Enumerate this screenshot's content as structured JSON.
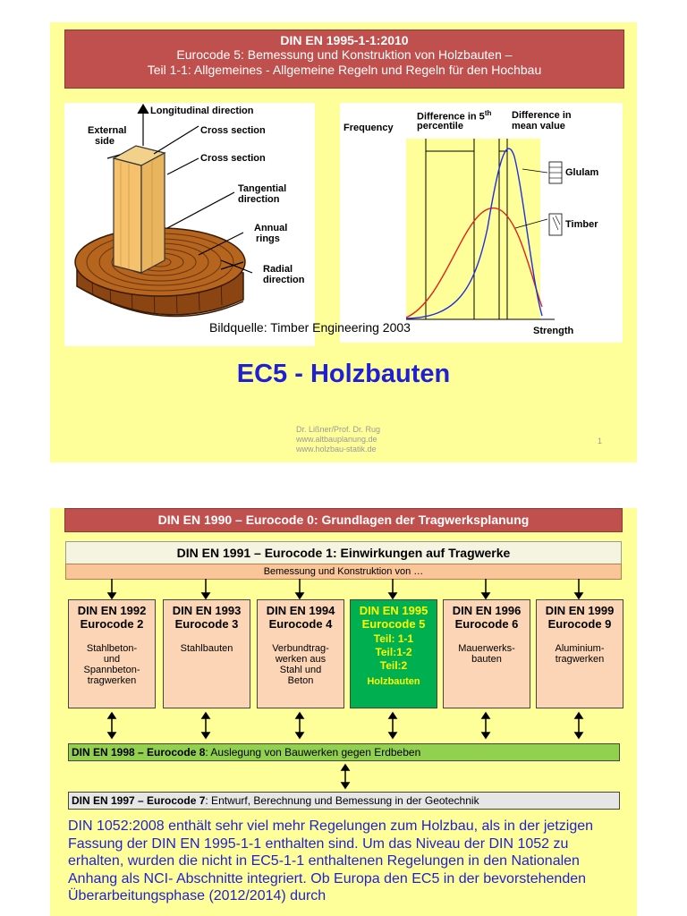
{
  "slide1": {
    "header_line1": "DIN EN 1995-1-1:2010",
    "header_line2": "Eurocode 5: Bemessung und Konstruktion von Holzbauten –",
    "header_line3": "Teil 1-1: Allgemeines - Allgemeine Regeln und Regeln für den Hochbau",
    "wood_labels": {
      "longitudinal": "Longitudinal direction",
      "external": "External",
      "side": "side",
      "cross1": "Cross section",
      "cross2": "Cross section",
      "tangential1": "Tangential",
      "tangential2": "direction",
      "annual1": "Annual",
      "annual2": "rings",
      "radial1": "Radial",
      "radial2": "direction"
    },
    "chart_labels": {
      "frequency": "Frequency",
      "diff5_a": "Difference in 5",
      "diff5_sup": "th",
      "diff5_b": "percentile",
      "diffmean_a": "Difference in",
      "diffmean_b": "mean value",
      "glulam": "Glulam",
      "timber": "Timber",
      "strength": "Strength"
    },
    "caption": "Bildquelle: Timber Engineering 2003",
    "title": "EC5 - Holzbauten",
    "footer_line1": "Dr. Lißner/Prof. Dr. Rug",
    "footer_line2": "www.altbauplanung.de",
    "footer_line3": "www.holzbau-statik.de",
    "page_number": "1"
  },
  "slide2": {
    "bar0": "DIN EN 1990 – Eurocode 0: Grundlagen der Tragwerksplanung",
    "bar1": "DIN EN 1991 – Eurocode 1: Einwirkungen auf Tragwerke",
    "bar2": "Bemessung und Konstruktion von …",
    "boxes": [
      {
        "code1": "DIN EN 1992",
        "code2": "Eurocode 2",
        "desc": [
          "Stahlbeton-",
          "und",
          "Spannbeton-",
          "tragwerken"
        ]
      },
      {
        "code1": "DIN EN 1993",
        "code2": "Eurocode 3",
        "desc": [
          "Stahlbauten"
        ]
      },
      {
        "code1": "DIN EN 1994",
        "code2": "Eurocode 4",
        "desc": [
          "Verbundtrag-",
          "werken aus",
          "Stahl und",
          "Beton"
        ]
      },
      {
        "code1": "DIN EN 1995",
        "code2": "Eurocode 5",
        "desc": [
          "Teil: 1-1",
          "Teil:1-2",
          "Teil:2",
          "Holzbauten"
        ]
      },
      {
        "code1": "DIN EN 1996",
        "code2": "Eurocode 6",
        "desc": [
          "Mauerwerks-",
          "bauten"
        ]
      },
      {
        "code1": "DIN EN 1999",
        "code2": "Eurocode 9",
        "desc": [
          "Aluminium-",
          "tragwerken"
        ]
      }
    ],
    "bar8_bold": "DIN EN 1998 – Eurocode 8",
    "bar8_rest": ": Auslegung von Bauwerken gegen Erdbeben",
    "bar7_bold": "DIN EN 1997 – Eurocode 7",
    "bar7_rest": ": Entwurf, Berechnung und Bemessung in der Geotechnik",
    "paragraph": "DIN 1052:2008 enthält sehr viel mehr Regelungen zum Holzbau, als in der jetzigen Fassung der DIN EN 1995-1-1 enthalten sind. Um das Niveau der DIN 1052 zu erhalten, wurden die nicht in EC5-1-1 enthaltenen Regelungen in den Nationalen Anhang als NCI- Abschnitte integriert. Ob Europa den EC5 in der bevorstehenden Überarbeitungsphase  (2012/2014) durch"
  },
  "colors": {
    "slide_bg": "#ffff99",
    "header_red": "#c0504d",
    "title_blue": "#1f1fd6",
    "box_peach": "#fbd5b5",
    "box_green": "#00b050",
    "bar_green": "#92d050",
    "curve_red": "#e02020",
    "curve_blue": "#2030e0"
  }
}
